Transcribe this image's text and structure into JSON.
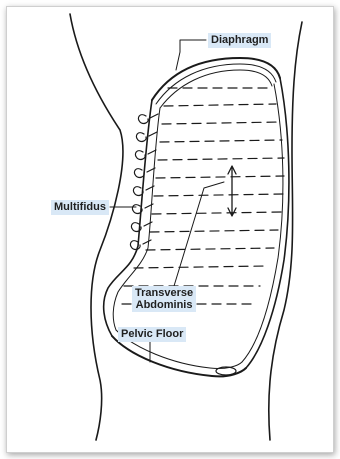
{
  "labels": {
    "diaphragm": "Diaphragm",
    "multifidus": "Multifidus",
    "transverse_line1": "Transverse",
    "transverse_line2": "Abdominis",
    "pelvic_floor": "Pelvic Floor"
  },
  "colors": {
    "label_background": "#d9e8f6",
    "ink": "#1a1a1a"
  }
}
